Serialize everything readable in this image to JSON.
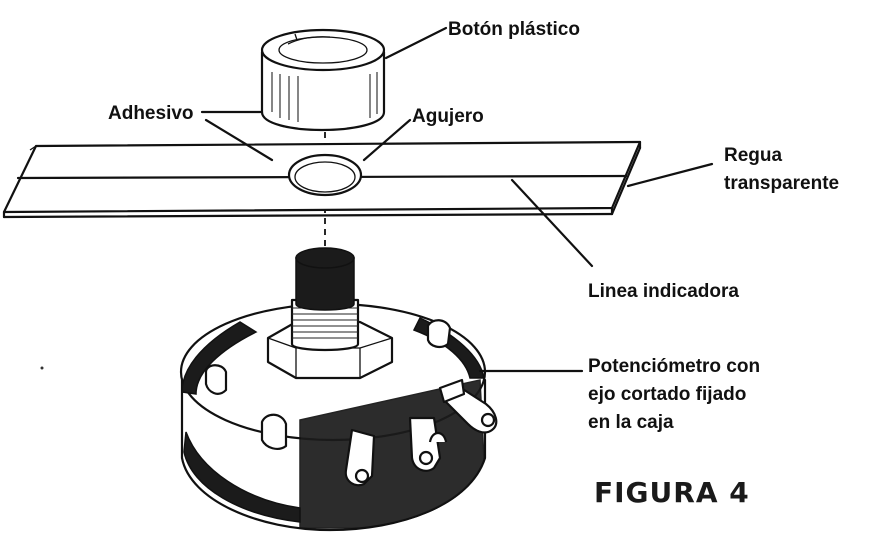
{
  "labels": {
    "knob": "Botón plástico",
    "adhesive": "Adhesivo",
    "hole": "Agujero",
    "ruler_line1": "Regua",
    "ruler_line2": "transparente",
    "indicator_line": "Linea indicadora",
    "pot_line1": "Potenciómetro con",
    "pot_line2": "ejo cortado fijado",
    "pot_line3": "en la caja"
  },
  "figure_caption": "FIGURA 4"
}
